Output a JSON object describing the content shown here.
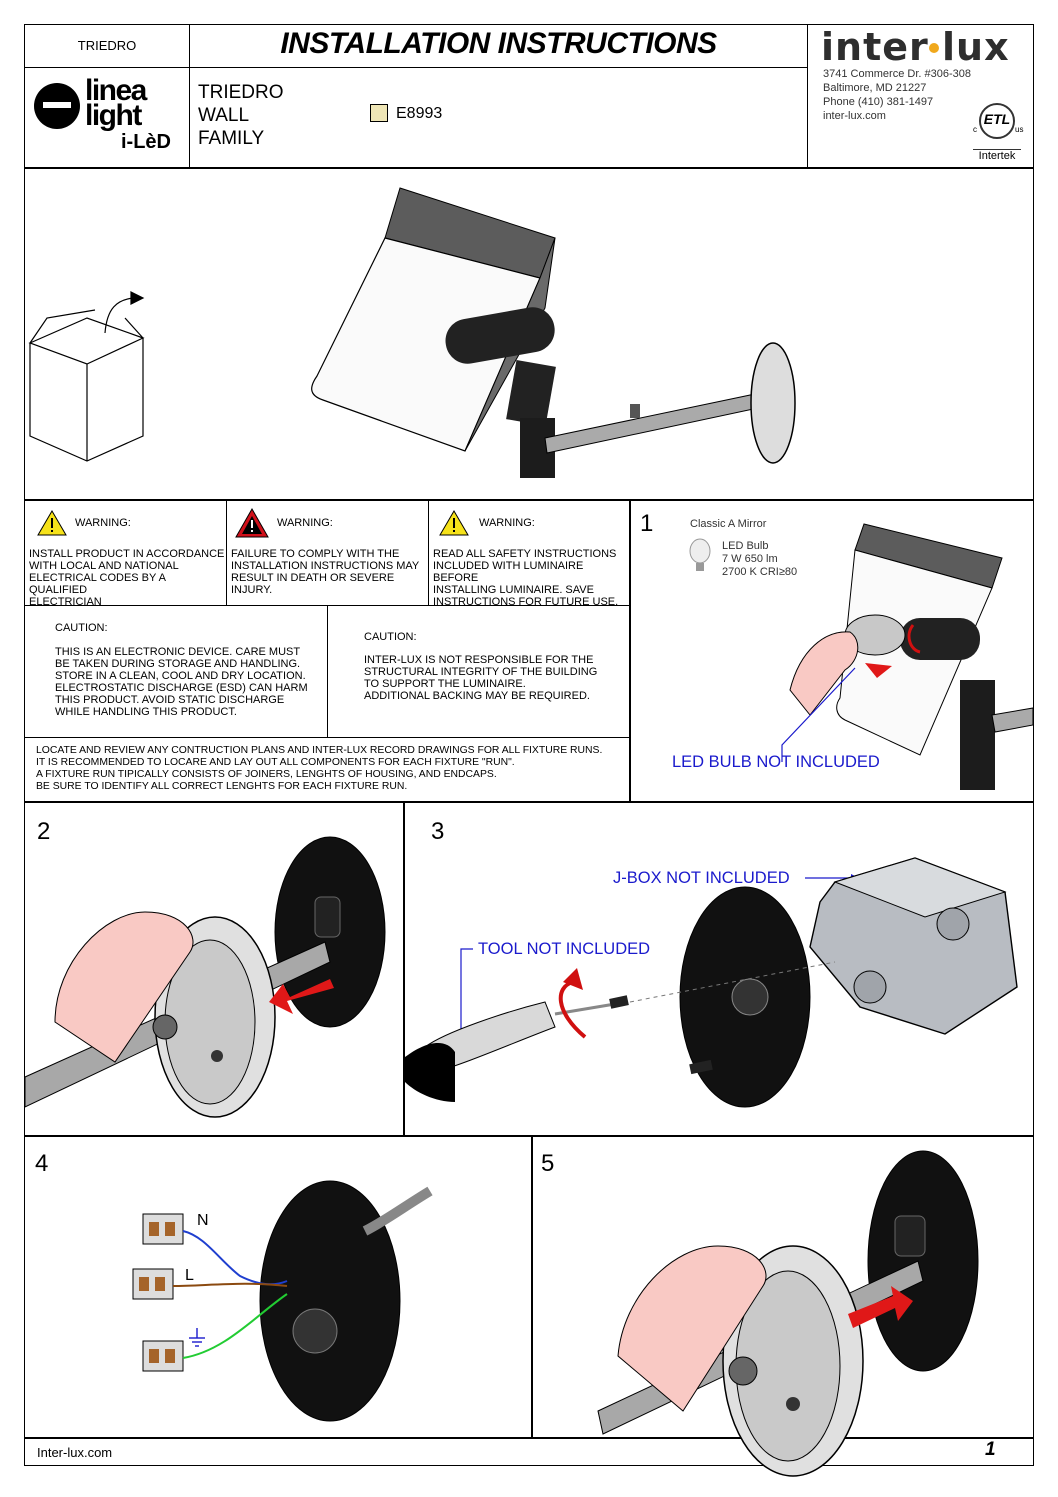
{
  "header": {
    "product_code_label": "TRIEDRO",
    "title": "INSTALLATION INSTRUCTIONS",
    "family_lines": [
      "TRIEDRO",
      "WALL",
      "FAMILY"
    ],
    "finish_code": "E8993",
    "finish_color": "#efe6b6",
    "linea_logo_line1": "linea",
    "linea_logo_line2": "light",
    "linea_logo_line3": "i-LèD",
    "interlux_logo_left": "inter",
    "interlux_logo_right": "lux",
    "address_lines": [
      "3741 Commerce Dr. #306-308",
      "Baltimore, MD 21227",
      "Phone (410) 381-1497",
      "inter-lux.com"
    ],
    "cert_mark": "ETL",
    "cert_c": "c",
    "cert_us": "us",
    "cert_brand": "Intertek"
  },
  "warnings": [
    {
      "title": "WARNING:",
      "icon": "warning-yellow-icon",
      "text": "INSTALL PRODUCT IN ACCORDANCE\nWITH LOCAL AND NATIONAL\nELECTRICAL CODES BY A QUALIFIED\nELECTRICIAN"
    },
    {
      "title": "WARNING:",
      "icon": "warning-red-icon",
      "text": "FAILURE TO COMPLY WITH THE\nINSTALLATION INSTRUCTIONS MAY\nRESULT IN DEATH OR SEVERE\nINJURY."
    },
    {
      "title": "WARNING:",
      "icon": "warning-yellow-icon",
      "text": "READ ALL SAFETY INSTRUCTIONS\nINCLUDED WITH LUMINAIRE BEFORE\nINSTALLING LUMINAIRE. SAVE\nINSTRUCTIONS FOR FUTURE USE."
    }
  ],
  "cautions": [
    {
      "title": "CAUTION:",
      "text": "THIS IS AN ELECTRONIC DEVICE. CARE MUST\nBE TAKEN DURING STORAGE AND HANDLING.\nSTORE IN A CLEAN, COOL AND DRY LOCATION.\nELECTROSTATIC DISCHARGE (ESD) CAN HARM\nTHIS PRODUCT. AVOID STATIC DISCHARGE\nWHILE HANDLING THIS PRODUCT."
    },
    {
      "title": "CAUTION:",
      "text": "INTER-LUX IS NOT RESPONSIBLE FOR THE\nSTRUCTURAL INTEGRITY OF THE BUILDING\nTO SUPPORT THE LUMINAIRE.\nADDITIONAL BACKING MAY BE REQUIRED."
    }
  ],
  "notice": "LOCATE AND REVIEW ANY CONTRUCTION PLANS AND INTER-LUX RECORD DRAWINGS FOR ALL FIXTURE RUNS.\nIT IS RECOMMENDED TO LOCARE AND LAY OUT ALL COMPONENTS FOR EACH FIXTURE \"RUN\".\nA FIXTURE RUN TIPICALLY CONSISTS OF JOINERS, LENGHTS OF HOUSING, AND ENDCAPS.\nBE SURE TO IDENTIFY ALL CORRECT LENGHTS FOR EACH FIXTURE RUN.",
  "steps": {
    "s1": {
      "number": "1",
      "bulb_title": "Classic A Mirror",
      "bulb_lines": [
        "LED Bulb",
        "7 W 650 lm",
        "2700 K CRI≥80"
      ],
      "callout": "LED BULB NOT INCLUDED"
    },
    "s2": {
      "number": "2"
    },
    "s3": {
      "number": "3",
      "jbox_callout": "J-BOX NOT INCLUDED",
      "tool_callout": "TOOL NOT INCLUDED"
    },
    "s4": {
      "number": "4",
      "wire_n": "N",
      "wire_l": "L"
    },
    "s5": {
      "number": "5"
    }
  },
  "footer": {
    "website": "Inter-lux.com",
    "page_number": "1"
  }
}
